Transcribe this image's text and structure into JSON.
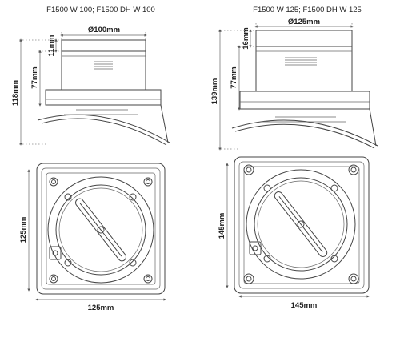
{
  "models": [
    {
      "title": "F1500 W 100; F1500 DH W 100",
      "diameter": "Ø100mm",
      "collar_height": "11mm",
      "body_height": "77mm",
      "total_height": "118mm",
      "plate_height": "125mm",
      "plate_width": "125mm"
    },
    {
      "title": "F1500 W 125; F1500 DH W 125",
      "diameter": "Ø125mm",
      "collar_height": "16mm",
      "body_height": "77mm",
      "total_height": "139mm",
      "plate_height": "145mm",
      "plate_width": "145mm"
    }
  ]
}
